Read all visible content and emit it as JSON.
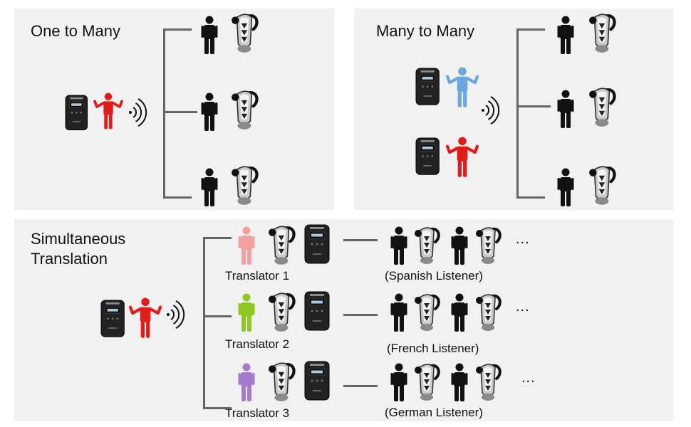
{
  "panels": {
    "one_to_many": {
      "title": "One to Many"
    },
    "many_to_many": {
      "title": "Many to Many"
    },
    "simultaneous": {
      "title_line1": "Simultaneous",
      "title_line2": "Translation",
      "rows": [
        {
          "translator": "Translator 1",
          "listener": "(Spanish Listener)",
          "translator_color": "#f4a0a0"
        },
        {
          "translator": "Translator 2",
          "listener": "(French Listener)",
          "translator_color": "#8cc81e"
        },
        {
          "translator": "Translator 3",
          "listener": "(German Listener)",
          "translator_color": "#a57ad0"
        }
      ],
      "ellipsis": "..."
    }
  },
  "colors": {
    "panel_bg": "#f1f1f1",
    "speaker_red": "#e21b1b",
    "speaker_blue": "#6aa7dc",
    "listener": "#111111",
    "transmitter": "#222222",
    "connector": "#666666"
  },
  "icons": [
    "transmitter-icon",
    "speaker-person-icon",
    "signal-waves-icon",
    "listener-person-icon",
    "receiver-earpiece-icon"
  ]
}
